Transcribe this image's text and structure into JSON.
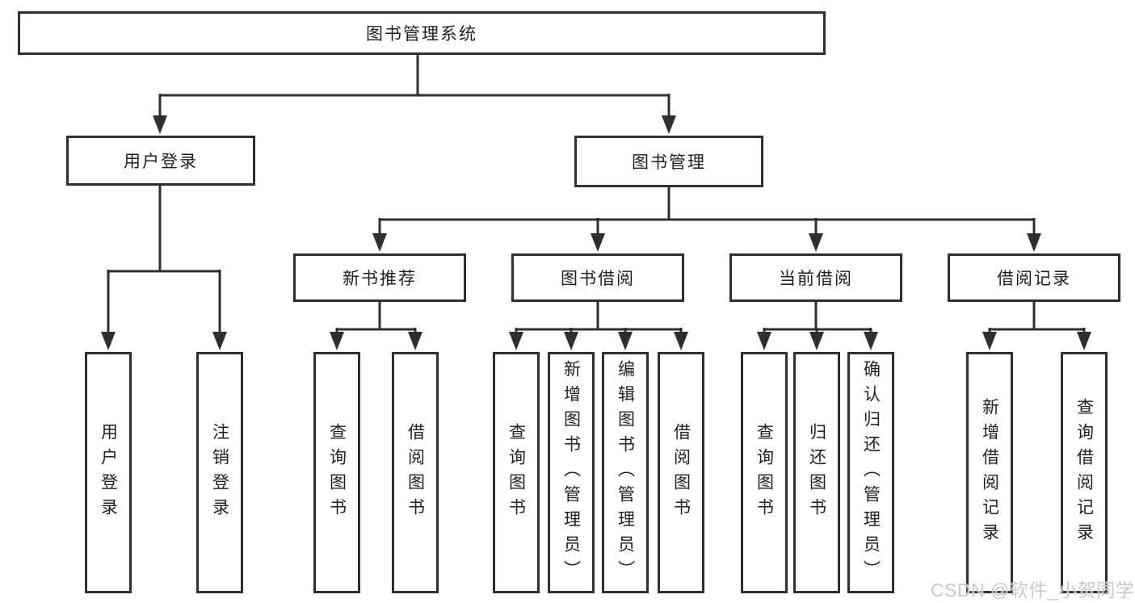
{
  "diagram": {
    "tree": {
      "root": {
        "label": "图书管理系统",
        "children": [
          {
            "label": "用户登录",
            "children": [
              {
                "label": "用户登录"
              },
              {
                "label": "注销登录"
              }
            ]
          },
          {
            "label": "图书管理",
            "children": [
              {
                "label": "新书推荐",
                "children": [
                  {
                    "label": "查询图书"
                  },
                  {
                    "label": "借阅图书"
                  }
                ]
              },
              {
                "label": "图书借阅",
                "children": [
                  {
                    "label": "查询图书"
                  },
                  {
                    "label": "新增图书（管理员）"
                  },
                  {
                    "label": "编辑图书（管理员）"
                  },
                  {
                    "label": "借阅图书"
                  }
                ]
              },
              {
                "label": "当前借阅",
                "children": [
                  {
                    "label": "查询图书"
                  },
                  {
                    "label": "归还图书"
                  },
                  {
                    "label": "确认归还（管理员）"
                  }
                ]
              },
              {
                "label": "借阅记录",
                "children": [
                  {
                    "label": "新增借阅记录"
                  },
                  {
                    "label": "查询借阅记录"
                  }
                ]
              }
            ]
          }
        ]
      }
    },
    "colors": {
      "line": "#2f2f2f",
      "text": "#1f1f1f",
      "background": "#ffffff",
      "watermark": "#c9c9c9"
    }
  },
  "watermark": {
    "text": "CSDN @软件_小贺同学"
  }
}
